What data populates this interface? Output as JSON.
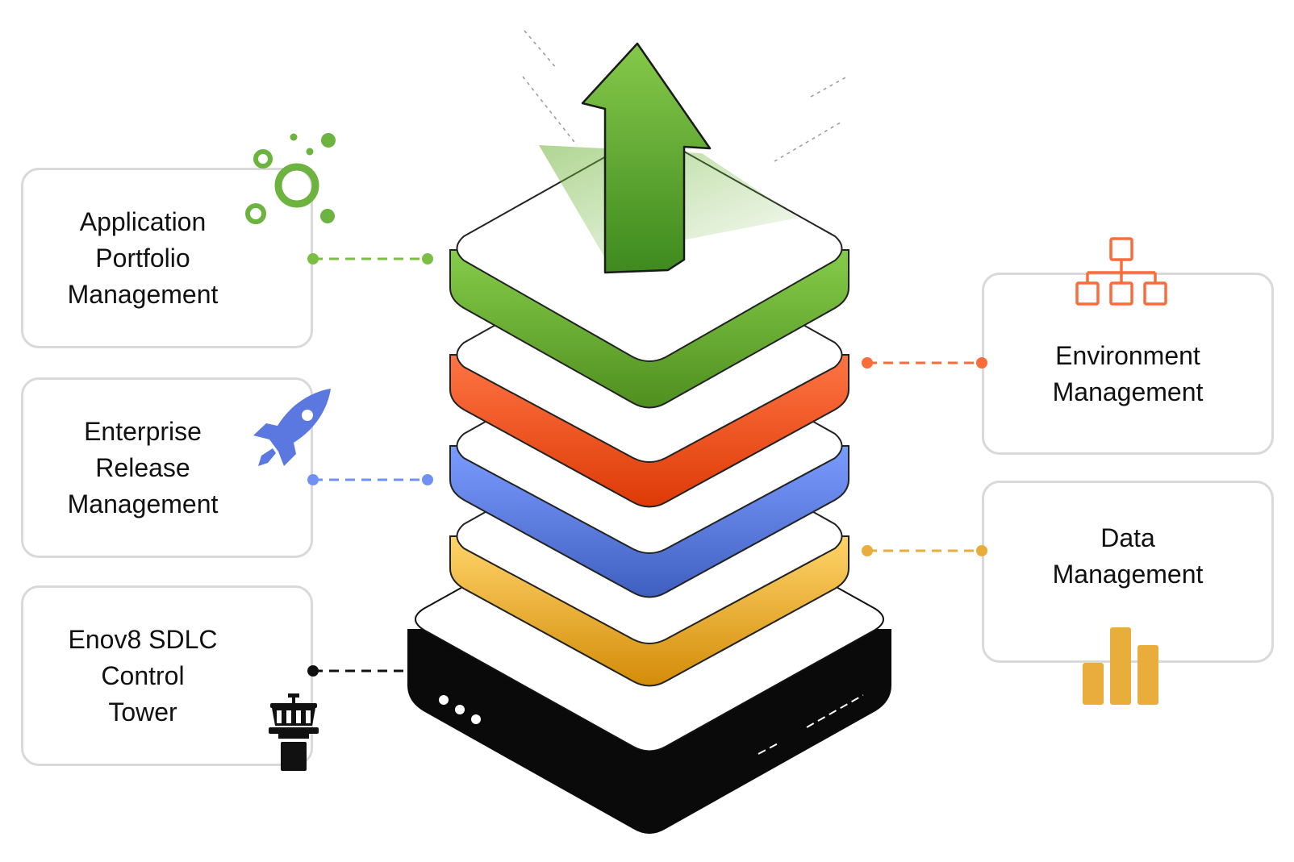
{
  "colors": {
    "green": "#7bbf42",
    "orange": "#fb6c3b",
    "blue": "#6f91f5",
    "yellow": "#f5bc45",
    "black": "#0a0a0a",
    "card_border": "#d9d9d9"
  },
  "left_cards": [
    {
      "lines": [
        "Application",
        "Portfolio",
        "Management"
      ],
      "icon": "bubbles-icon",
      "accent": "#7bbf42"
    },
    {
      "lines": [
        "Enterprise",
        "Release",
        "Management"
      ],
      "icon": "rocket-icon",
      "accent": "#5a78e0"
    },
    {
      "lines": [
        "Enov8 SDLC",
        "Control",
        "Tower"
      ],
      "icon": "control-tower-icon",
      "accent": "#111111"
    }
  ],
  "right_cards": [
    {
      "lines": [
        "Environment",
        "Management"
      ],
      "icon": "hierarchy-icon",
      "accent": "#fb6c3b"
    },
    {
      "lines": [
        "Data",
        "Management"
      ],
      "icon": "bar-chart-icon",
      "accent": "#e8ad3a"
    }
  ],
  "stack": {
    "layers": [
      "green",
      "orange",
      "blue",
      "yellow",
      "black-base"
    ],
    "top_icon": "up-arrow-icon"
  }
}
